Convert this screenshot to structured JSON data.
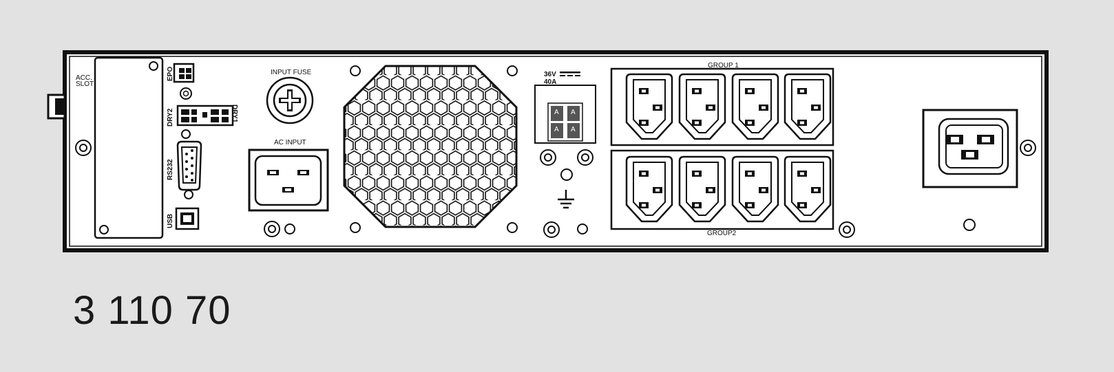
{
  "labels": {
    "acc_slot_line1": "ACC.",
    "acc_slot_line2": "SLOT",
    "epo": "EPO",
    "dry2": "DRY2",
    "dry1": "DRY1",
    "rs232": "RS232",
    "usb": "USB",
    "input_fuse": "INPUT FUSE",
    "ac_input": "AC INPUT",
    "battery_voltage": "36V",
    "battery_current": "40A",
    "group1": "GROUP 1",
    "group2": "GROUP2",
    "terminal_a": "A"
  },
  "model_number": "3 110 70",
  "colors": {
    "background": "#e1e2e1",
    "line": "#111111",
    "panel": "#ffffff"
  },
  "icons": [
    "fan-grille-icon",
    "fuse-icon",
    "ground-icon",
    "iec-c13-outlet-icon",
    "iec-c19-outlet-icon",
    "iec-c20-inlet-icon",
    "db9-port-icon",
    "usb-b-port-icon",
    "screw-icon"
  ]
}
